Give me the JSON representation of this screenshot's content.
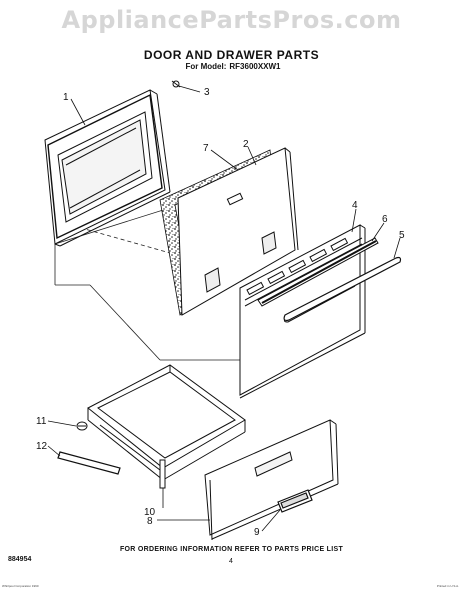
{
  "watermark": "AppliancePartsPros.com",
  "title": "DOOR AND DRAWER PARTS",
  "model_label": "For Model:",
  "model_number": "RF3600XXW1",
  "callouts": {
    "c1": "1",
    "c2": "2",
    "c3": "3",
    "c4": "4",
    "c5": "5",
    "c6": "6",
    "c7": "7",
    "c8": "8",
    "c9": "9",
    "c10": "10",
    "c11": "11",
    "c12": "12"
  },
  "footer_note": "FOR ORDERING INFORMATION REFER TO PARTS PRICE LIST",
  "part_number": "884954",
  "page_number": "4",
  "fineprint_left": "Whirlpool Corporation 1990",
  "fineprint_right": "Printed in U.S.A."
}
